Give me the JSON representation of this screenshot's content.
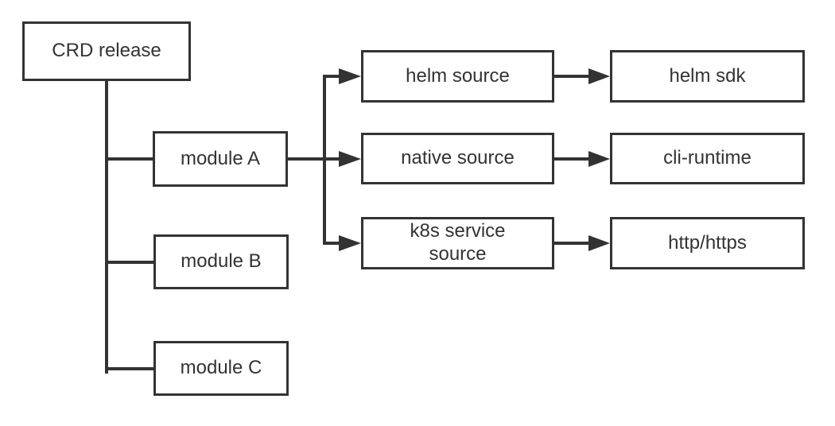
{
  "colors": {
    "background": "#ffffff",
    "line": "#333333",
    "box_border": "#333333",
    "box_fill": "#ffffff",
    "text": "#333333"
  },
  "nodes": {
    "crd_release": {
      "label": "CRD release"
    },
    "module_a": {
      "label": "module A"
    },
    "module_b": {
      "label": "module B"
    },
    "module_c": {
      "label": "module C"
    },
    "helm_source": {
      "label": "helm source"
    },
    "native_source": {
      "label": "native source"
    },
    "k8s_service_source": {
      "label": "k8s service source"
    },
    "helm_sdk": {
      "label": "helm sdk"
    },
    "cli_runtime": {
      "label": "cli-runtime"
    },
    "http_https": {
      "label": "http/https"
    }
  },
  "edges": [
    {
      "from": "CRD release",
      "to": "module A",
      "style": "plain"
    },
    {
      "from": "CRD release",
      "to": "module B",
      "style": "plain"
    },
    {
      "from": "CRD release",
      "to": "module C",
      "style": "plain"
    },
    {
      "from": "module A",
      "to": "helm source",
      "style": "arrow"
    },
    {
      "from": "module A",
      "to": "native source",
      "style": "arrow"
    },
    {
      "from": "module A",
      "to": "k8s service source",
      "style": "arrow"
    },
    {
      "from": "helm source",
      "to": "helm sdk",
      "style": "arrow"
    },
    {
      "from": "native source",
      "to": "cli-runtime",
      "style": "arrow"
    },
    {
      "from": "k8s service source",
      "to": "http/https",
      "style": "arrow"
    }
  ]
}
